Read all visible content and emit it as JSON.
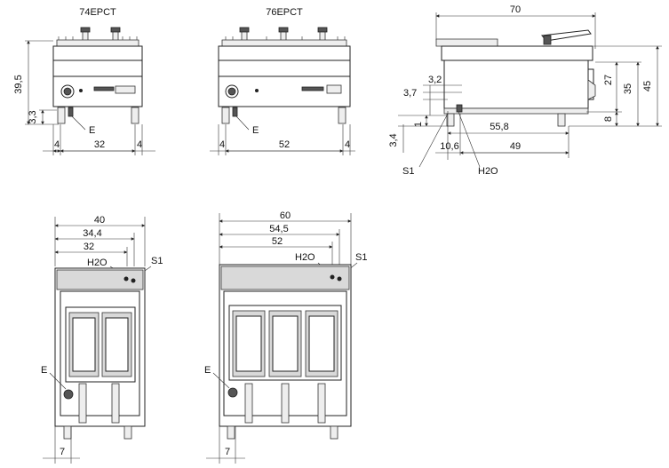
{
  "views": {
    "front_small_title": "74EPCT",
    "front_large_title": "76EPCT"
  },
  "labels": {
    "e": "E",
    "s1": "S1",
    "h2o": "H2O"
  },
  "dims": {
    "h_39_5": "39,5",
    "h_3_3": "3,3",
    "w_4a": "4",
    "w_32": "32",
    "w_4b": "4",
    "w_4c": "4",
    "w_52": "52",
    "w_4d": "4",
    "side_70": "70",
    "side_45": "45",
    "side_35": "35",
    "side_27": "27",
    "side_8": "8",
    "side_3_2": "3,2",
    "side_3_7": "3,7",
    "side_1": "1",
    "side_3_4": "3,4",
    "side_55_8": "55,8",
    "side_10_6": "10,6",
    "side_49": "49",
    "top_small_40": "40",
    "top_small_34_4": "34,4",
    "top_small_32": "32",
    "top_small_7": "7",
    "top_large_60": "60",
    "top_large_54_5": "54,5",
    "top_large_52": "52",
    "top_large_7": "7"
  }
}
